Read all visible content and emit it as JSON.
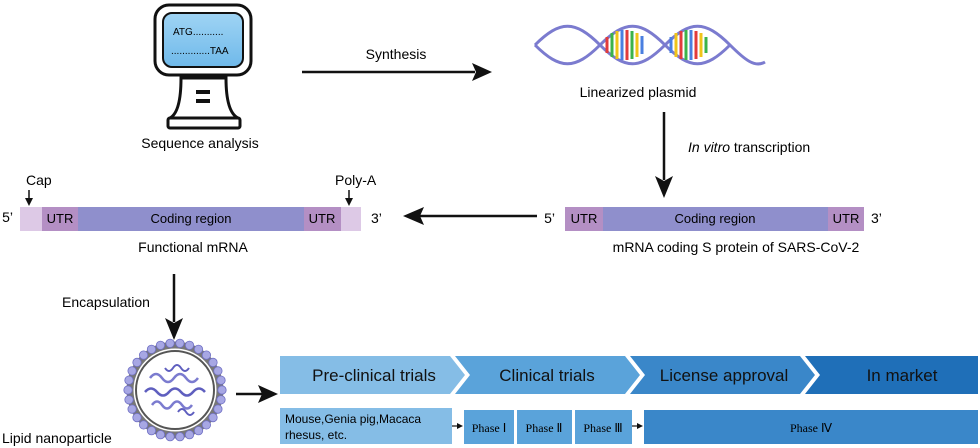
{
  "top": {
    "computer_text_line1": "ATG...........",
    "computer_text_line2": "..............TAA",
    "sequence_analysis": "Sequence analysis",
    "synthesis": "Synthesis",
    "linearized_plasmid": "Linearized plasmid",
    "ivt_italic": "In vitro",
    "ivt_rest": " transcription"
  },
  "mrna_right": {
    "five_prime": "5’",
    "three_prime": "3’",
    "utr_left": "UTR",
    "coding": "Coding region",
    "utr_right": "UTR",
    "caption": "mRNA coding S protein of SARS-CoV-2"
  },
  "mrna_left": {
    "cap": "Cap",
    "polya": "Poly-A",
    "five_prime": "5’",
    "three_prime": "3’",
    "utr_left": "UTR",
    "coding": "Coding region",
    "utr_right": "UTR",
    "caption": "Functional mRNA"
  },
  "encapsulation": "Encapsulation",
  "lipid_nanoparticle": "Lipid nanoparticle",
  "pipeline": {
    "stages": [
      "Pre-clinical trials",
      "Clinical trials",
      "License approval",
      "In market"
    ],
    "preclinical_line1": "Mouse,Genia pig,Macaca",
    "preclinical_line2": "rhesus, etc.",
    "phase1": "Phase Ⅰ",
    "phase2": "Phase Ⅱ",
    "phase3": "Phase Ⅲ",
    "phase4": "Phase Ⅳ"
  },
  "colors": {
    "coding_region": "#8f8fcc",
    "utr": "#b48fc4",
    "end_cap": "#ddc9e6",
    "stage1": "#85bde6",
    "stage4": "#1f6fb8"
  }
}
